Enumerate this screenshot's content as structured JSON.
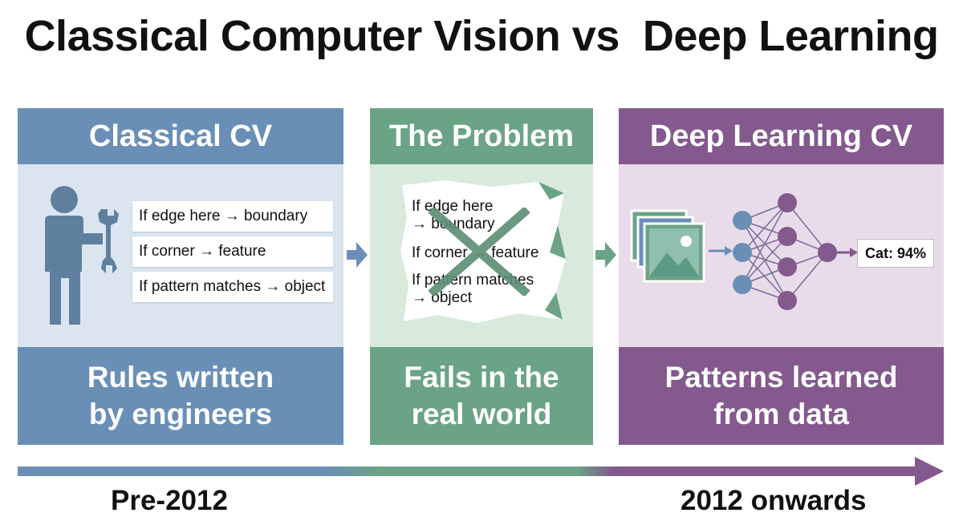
{
  "title": "Classical Computer Vision vs  Deep Learning",
  "panels": [
    {
      "header": "Classical CV",
      "rules": [
        "If edge here → boundary",
        "If corner → feature",
        "If pattern matches → object"
      ],
      "footer": [
        "Rules written",
        "by engineers"
      ],
      "color": "#6a8fb6"
    },
    {
      "header": "The Problem",
      "broken_rules": [
        "If edge here",
        "→ boundary",
        "If corner → feature",
        "If pattern matches",
        "→ object"
      ],
      "footer": [
        "Fails in the",
        "real world"
      ],
      "color": "#6ba386"
    },
    {
      "header": "Deep Learning CV",
      "output_label": "Cat: 94%",
      "footer": [
        "Patterns learned",
        "from data"
      ],
      "color": "#83598e"
    }
  ],
  "timeline": {
    "start_label": "Pre-2012",
    "end_label": "2012 onwards"
  },
  "icons": [
    "engineer-with-wrench-icon",
    "cross-out-icon",
    "image-stack-icon",
    "neural-network-icon"
  ]
}
